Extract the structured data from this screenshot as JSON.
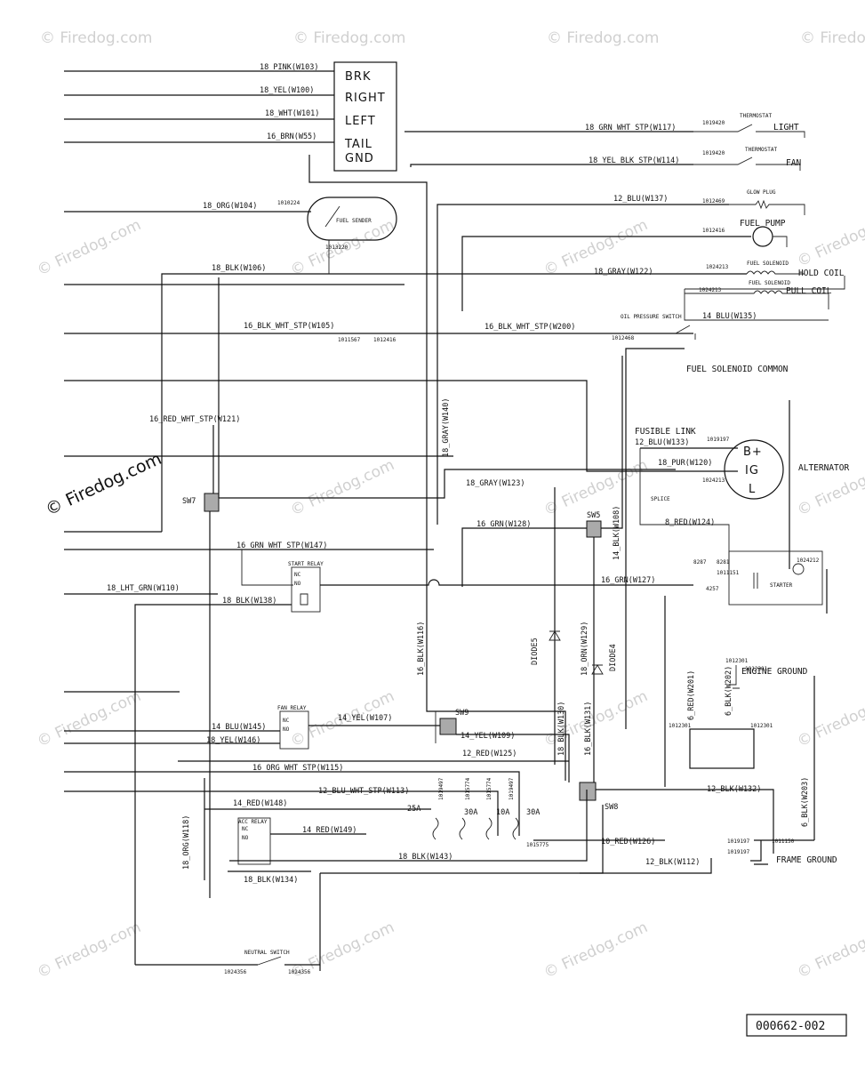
{
  "watermark": "© Firedog.com",
  "document_id": "000662-002",
  "connector_block": {
    "labels": [
      "BRK",
      "RIGHT",
      "LEFT",
      "TAIL",
      "GND"
    ]
  },
  "wires": {
    "pink_w103": "18_PINK(W103)",
    "yel_w100": "18_YEL(W100)",
    "wht_w101": "18_WHT(W101)",
    "brn_w55": "16_BRN(W55)",
    "grn_wht_stp_w117": "18_GRN_WHT_STP(W117)",
    "yel_blk_stp_w114": "18_YEL_BLK_STP(W114)",
    "blu_w137": "12_BLU(W137)",
    "org_w104": "18_ORG(W104)",
    "blk_w106": "18_BLK(W106)",
    "gray_w122": "18_GRAY(W122)",
    "blu_w135": "14_BLU(W135)",
    "blk_wht_stp_w105": "16_BLK_WHT_STP(W105)",
    "blk_wht_stp_w200": "16_BLK_WHT_STP(W200)",
    "gray_w140": "18_GRAY(W140)",
    "red_wht_stp_w121": "16_RED_WHT_STP(W121)",
    "blu_w133": "12_BLU(W133)",
    "pur_w120": "18_PUR(W120)",
    "gray_w123": "18_GRAY(W123)",
    "red_w124": "8_RED(W124)",
    "grn_w128": "16_GRN(W128)",
    "blk_w108": "14_BLK(W108)",
    "grn_wht_stp_w147": "16_GRN_WHT_STP(W147)",
    "grn_w127": "16_GRN(W127)",
    "lht_grn_w110": "18_LHT_GRN(W110)",
    "blk_w138": "18_BLK(W138)",
    "blk_w116": "16_BLK(W116)",
    "orn_w129": "18_ORN(W129)",
    "red_w201": "6_RED(W201)",
    "blk_w202": "6_BLK(W202)",
    "blu_w145": "14_BLU(W145)",
    "yel_w107": "14_YEL(W107)",
    "yel_w146": "18_YEL(W146)",
    "yel_w109": "14_YEL(W109)",
    "blk_w130": "18_BLK(W130)",
    "blk_w131": "16_BLK(W131)",
    "red_w125": "12_RED(W125)",
    "org_wht_stp_w115": "16_ORG_WHT_STP(W115)",
    "blu_wht_stp_w113": "12_BLU_WHT_STP(W113)",
    "red_w148": "14_RED(W148)",
    "red_w149": "14_RED(W149)",
    "org_w118": "18_ORG(W118)",
    "blk_w143": "18_BLK(W143)",
    "blk_w134": "18_BLK(W134)",
    "blk_w132": "12_BLK(W132)",
    "red_w126": "10_RED(W126)",
    "blk_w112": "12_BLK(W112)",
    "blk_w203": "6_BLK(W203)"
  },
  "components": {
    "light": "LIGHT",
    "fan": "FAN",
    "thermostat": "THERMOSTAT",
    "glow_plug": "GLOW PLUG",
    "fuel_pump": "FUEL PUMP",
    "fuel_solenoid": "FUEL SOLENOID",
    "hold_coil": "HOLD COIL",
    "pull_coil": "PULL COIL",
    "oil_pressure_switch": "OIL PRESSURE SWITCH",
    "fuel_solenoid_common": "FUEL SOLENOID COMMON",
    "fuel_sender": "FUEL SENDER",
    "fusible_link": "FUSIBLE LINK",
    "alternator": "ALTERNATOR",
    "alt_b": "B+",
    "alt_ig": "IG",
    "alt_l": "L",
    "splice": "SPLICE",
    "starter": "STARTER",
    "start_relay": "START RELAY",
    "fan_relay": "FAN RELAY",
    "acc_relay": "ACC RELAY",
    "engine_ground": "ENGINE GROUND",
    "frame_ground": "FRAME GROUND",
    "neutral_switch": "NEUTRAL SWITCH",
    "diode5": "DIODE5",
    "diode4": "DIODE4",
    "nc": "NC",
    "no": "NO"
  },
  "switches": {
    "sw7": "SW7",
    "sw5": "SW5",
    "sw9": "SW9",
    "sw8": "SW8"
  },
  "fuses": {
    "f25": "25A",
    "f30a": "30A",
    "f10": "10A",
    "f30b": "30A"
  },
  "part_numbers": {
    "p1019420_a": "1019420",
    "p1019420_b": "1019420",
    "p1012469": "1012469",
    "p1012416_a": "1012416",
    "p1010224": "1010224",
    "p1013220": "1013220",
    "p1024213_a": "1024213",
    "p1024213_b": "1024213",
    "p1011567": "1011567",
    "p1012416_b": "1012416",
    "p1012468": "1012468",
    "p1019197_a": "1019197",
    "p1024213_c": "1024213",
    "p1024212": "1024212",
    "p8287": "8287",
    "p8281": "8281",
    "p1011151": "1011151",
    "p4257": "4257",
    "p1012301_a": "1012301",
    "p1012301_b": "1012301",
    "p1012301_c": "1012301",
    "p1012301_d": "1012301",
    "p1019497_a": "1019497",
    "p1015774_a": "1015774",
    "p1015774_b": "1015774",
    "p1019497_b": "1019497",
    "p1015775": "1015775",
    "p1019197_b": "1019197",
    "p1011150": "1011150",
    "p1019197_c": "1019197",
    "p1024356_a": "1024356",
    "p1024356_b": "1024356"
  }
}
